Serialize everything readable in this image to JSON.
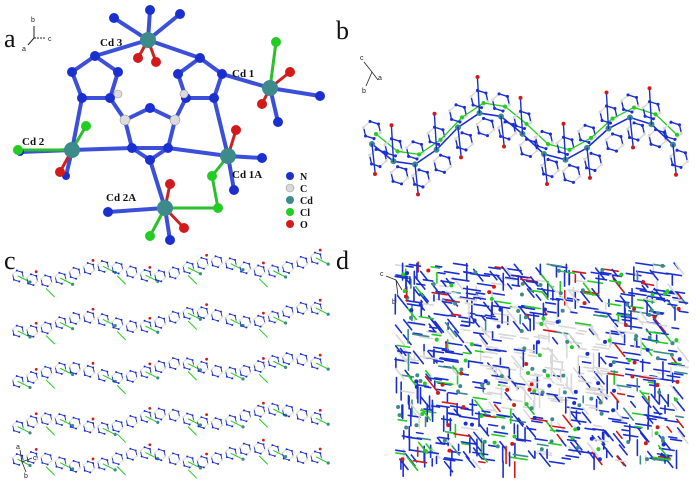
{
  "panels": [
    {
      "letter": "a"
    },
    {
      "letter": "b"
    },
    {
      "letter": "c"
    },
    {
      "letter": "d"
    }
  ],
  "panel_a": {
    "axes": {
      "b": "b",
      "c": "c",
      "a": "a"
    },
    "labels": {
      "cd3": "Cd 3",
      "cd1": "Cd 1",
      "cd2": "Cd 2",
      "cd1a": "Cd 1A",
      "cd2a": "Cd 2A"
    },
    "legend": [
      {
        "symbol": "N",
        "color": "#1a2fd0"
      },
      {
        "symbol": "C",
        "color": "#d8d8d8"
      },
      {
        "symbol": "Cd",
        "color": "#3d8a8a"
      },
      {
        "symbol": "Cl",
        "color": "#22cc22"
      },
      {
        "symbol": "O",
        "color": "#d21a1a"
      }
    ]
  },
  "panel_b": {
    "axes": {
      "c": "c",
      "a": "a",
      "b": "b"
    }
  },
  "panel_c": {
    "axes": {
      "a": "a",
      "c": "c",
      "b": "b"
    }
  },
  "panel_d": {
    "axes": {
      "c": "c",
      "a": "a",
      "b": "b"
    }
  },
  "colors": {
    "N": "#1a2fd0",
    "C": "#d8d8d8",
    "Cd": "#3d8a8a",
    "Cl": "#22cc22",
    "O": "#d21a1a"
  }
}
